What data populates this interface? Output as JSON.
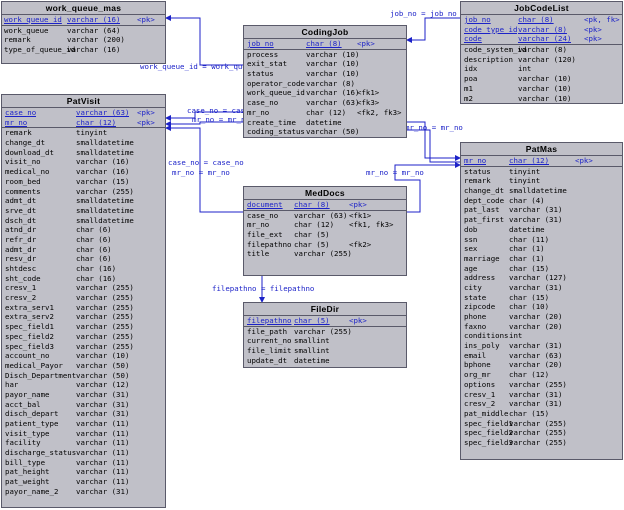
{
  "tables": {
    "work_queue_mas": {
      "name": "work_queue_mas",
      "keys": [
        [
          "work_queue_id",
          "varchar (16)",
          "<pk>"
        ]
      ],
      "columns": [
        [
          "work_queue",
          "varchar (64)",
          ""
        ],
        [
          "remark",
          "varchar (200)",
          ""
        ],
        [
          "type_of_queue_id",
          "varchar (16)",
          ""
        ]
      ]
    },
    "CodingJob": {
      "name": "CodingJob",
      "keys": [
        [
          "job_no",
          "char (8)",
          "<pk>"
        ]
      ],
      "columns": [
        [
          "process",
          "varchar (10)",
          ""
        ],
        [
          "exit_stat",
          "varchar (10)",
          ""
        ],
        [
          "status",
          "varchar (10)",
          ""
        ],
        [
          "operator_code",
          "varchar (8)",
          ""
        ],
        [
          "work_queue_id",
          "varchar (16)",
          "<fk1>"
        ],
        [
          "case_no",
          "varchar (63)",
          "<fk3>"
        ],
        [
          "mr_no",
          "char (12)",
          "<fk2, fk3>"
        ],
        [
          "create_time",
          "datetime",
          ""
        ],
        [
          "coding_status",
          "varchar (50)",
          ""
        ]
      ]
    },
    "JobCodeList": {
      "name": "JobCodeList",
      "keys": [
        [
          "job_no",
          "char (8)",
          "<pk, fk>"
        ],
        [
          "code_type_id",
          "varchar (8)",
          "<pk>"
        ],
        [
          "code",
          "varchar (24)",
          "<pk>"
        ]
      ],
      "columns": [
        [
          "code_system_id",
          "varchar (8)",
          ""
        ],
        [
          "description",
          "varchar (120)",
          ""
        ],
        [
          "idx",
          "int",
          ""
        ],
        [
          "poa",
          "varchar (10)",
          ""
        ],
        [
          "m1",
          "varchar (10)",
          ""
        ],
        [
          "m2",
          "varchar (10)",
          ""
        ]
      ]
    },
    "PatVisit": {
      "name": "PatVisit",
      "keys": [
        [
          "case_no",
          "varchar (63)",
          "<pk>"
        ],
        [
          "mr_no",
          "char (12)",
          "<pk>"
        ]
      ],
      "columns": [
        [
          "remark",
          "tinyint",
          ""
        ],
        [
          "change_dt",
          "smalldatetime",
          ""
        ],
        [
          "download_dt",
          "smalldatetime",
          ""
        ],
        [
          "visit_no",
          "varchar (16)",
          ""
        ],
        [
          "medical_no",
          "varchar (16)",
          ""
        ],
        [
          "room_bed",
          "varchar (15)",
          ""
        ],
        [
          "comments",
          "varchar (255)",
          ""
        ],
        [
          "admt_dt",
          "smalldatetime",
          ""
        ],
        [
          "srve_dt",
          "smalldatetime",
          ""
        ],
        [
          "dsch_dt",
          "smalldatetime",
          ""
        ],
        [
          "atnd_dr",
          "char (6)",
          ""
        ],
        [
          "refr_dr",
          "char (6)",
          ""
        ],
        [
          "admt_dr",
          "char (6)",
          ""
        ],
        [
          "resv_dr",
          "char (6)",
          ""
        ],
        [
          "shtdesc",
          "char (16)",
          ""
        ],
        [
          "sht_code",
          "char (16)",
          ""
        ],
        [
          "cresv_1",
          "varchar (255)",
          ""
        ],
        [
          "cresv_2",
          "varchar (255)",
          ""
        ],
        [
          "extra_serv1",
          "varchar (255)",
          ""
        ],
        [
          "extra_serv2",
          "varchar (255)",
          ""
        ],
        [
          "spec_field1",
          "varchar (255)",
          ""
        ],
        [
          "spec_field2",
          "varchar (255)",
          ""
        ],
        [
          "spec_field3",
          "varchar (255)",
          ""
        ],
        [
          "account_no",
          "varchar (10)",
          ""
        ],
        [
          "medical_Payor",
          "varchar (50)",
          ""
        ],
        [
          "Disch_Department",
          "varchar (50)",
          ""
        ],
        [
          "har",
          "varchar (12)",
          ""
        ],
        [
          "payor_name",
          "varchar (31)",
          ""
        ],
        [
          "acct_bal",
          "varchar (31)",
          ""
        ],
        [
          "disch_depart",
          "varchar (31)",
          ""
        ],
        [
          "patient_type",
          "varchar (11)",
          ""
        ],
        [
          "visit_type",
          "varchar (11)",
          ""
        ],
        [
          "facility",
          "varchar (11)",
          ""
        ],
        [
          "discharge_status",
          "varchar (11)",
          ""
        ],
        [
          "bill_type",
          "varchar (11)",
          ""
        ],
        [
          "pat_height",
          "varchar (11)",
          ""
        ],
        [
          "pat_weight",
          "varchar (11)",
          ""
        ],
        [
          "payor_name_2",
          "varchar (31)",
          ""
        ]
      ]
    },
    "MedDocs": {
      "name": "MedDocs",
      "keys": [
        [
          "document",
          "char (8)",
          "<pk>"
        ]
      ],
      "columns": [
        [
          "case_no",
          "varchar (63)",
          "<fk1>"
        ],
        [
          "mr_no",
          "char (12)",
          "<fk1, fk3>"
        ],
        [
          "file_ext",
          "char (5)",
          ""
        ],
        [
          "filepathno",
          "char (5)",
          "<fk2>"
        ],
        [
          "title",
          "varchar (255)",
          ""
        ]
      ]
    },
    "FileDir": {
      "name": "FileDir",
      "keys": [
        [
          "filepathno",
          "char (5)",
          "<pk>"
        ]
      ],
      "columns": [
        [
          "file_path",
          "varchar (255)",
          ""
        ],
        [
          "current_no",
          "smallint",
          ""
        ],
        [
          "file_limit",
          "smallint",
          ""
        ],
        [
          "update_dt",
          "datetime",
          ""
        ]
      ]
    },
    "PatMas": {
      "name": "PatMas",
      "keys": [
        [
          "mr_no",
          "char (12)",
          "<pk>"
        ]
      ],
      "columns": [
        [
          "status",
          "tinyint",
          ""
        ],
        [
          "remark",
          "tinyint",
          ""
        ],
        [
          "change_dt",
          "smalldatetime",
          ""
        ],
        [
          "dept_code",
          "char (4)",
          ""
        ],
        [
          "pat_last",
          "varchar (31)",
          ""
        ],
        [
          "pat_first",
          "varchar (31)",
          ""
        ],
        [
          "dob",
          "datetime",
          ""
        ],
        [
          "ssn",
          "char (11)",
          ""
        ],
        [
          "sex",
          "char (1)",
          ""
        ],
        [
          "marriage",
          "char (1)",
          ""
        ],
        [
          "age",
          "char (15)",
          ""
        ],
        [
          "address",
          "varchar (127)",
          ""
        ],
        [
          "city",
          "varchar (31)",
          ""
        ],
        [
          "state",
          "char (15)",
          ""
        ],
        [
          "zipcode",
          "char (10)",
          ""
        ],
        [
          "phone",
          "varchar (20)",
          ""
        ],
        [
          "faxno",
          "varchar (20)",
          ""
        ],
        [
          "conditions",
          "int",
          ""
        ],
        [
          "ins_poly",
          "varchar (31)",
          ""
        ],
        [
          "email",
          "varchar (63)",
          ""
        ],
        [
          "bphone",
          "varchar (20)",
          ""
        ],
        [
          "org_mr",
          "char (12)",
          ""
        ],
        [
          "options",
          "varchar (255)",
          ""
        ],
        [
          "cresv_1",
          "varchar (31)",
          ""
        ],
        [
          "cresv_2",
          "varchar (31)",
          ""
        ],
        [
          "pat_middle",
          "char (15)",
          ""
        ],
        [
          "spec_field1",
          "varchar (255)",
          ""
        ],
        [
          "spec_field2",
          "varchar (255)",
          ""
        ],
        [
          "spec_field3",
          "varchar (255)",
          ""
        ]
      ]
    }
  },
  "relationships": {
    "job_no": "job_no = job_no",
    "work_queue_id": "work_queue_id = work_queue_id",
    "codingjob_case_no": "case_no = case_no",
    "codingjob_mr_no": "mr_no = mr_no",
    "meddocs_case_no": "case_no = case_no",
    "meddocs_mr_no": "mr_no = mr_no",
    "meddocs_patmas_mr_no": "mr_no = mr_no",
    "codingjob_patmas_mr_no": "mr_no = mr_no",
    "filepathno": "filepathno = filepathno"
  },
  "colors": {
    "table_fill": "#c0c0c8",
    "border": "#5a5a6a",
    "link": "#1c22c8"
  }
}
